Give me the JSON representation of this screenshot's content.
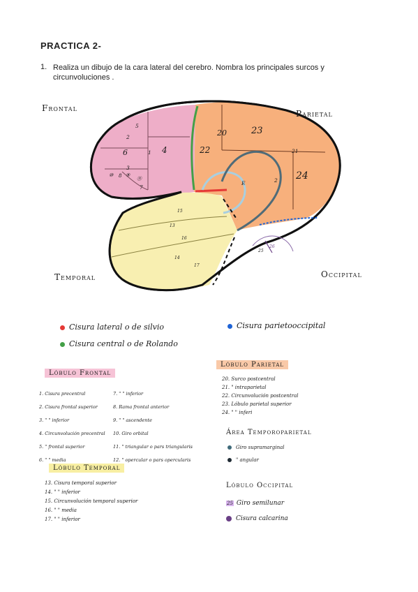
{
  "header": {
    "title": "PRACTICA 2-",
    "q_num": "1.",
    "q_text": "Realiza un dibujo de la cara lateral del cerebro. Nombra los principales surcos y circunvoluciones ."
  },
  "drawing": {
    "labels": {
      "frontal": "Frontal",
      "parietal": "Parietal",
      "temporal": "Temporal",
      "occipital": "Occipital"
    },
    "numbers": {
      "n5": "5",
      "n2": "2",
      "n6": "6",
      "n4": "4",
      "n1": "1",
      "n3": "3",
      "n10": "⑩",
      "n8": "8",
      "n9": "⑨",
      "n11": "⑪",
      "n7": "7",
      "n20": "20",
      "n23": "23",
      "n22": "22",
      "n21": "21",
      "n24": "24",
      "nE": "E",
      "n2b": "2",
      "n15": "15",
      "n13": "13",
      "n16": "16",
      "n14": "14",
      "n17": "17",
      "n25": "25",
      "n26": "26"
    },
    "colors": {
      "frontal": "#eeaec8",
      "parietal": "#f7b07c",
      "temporal": "#f8efb1",
      "lateral": "#e53935",
      "central": "#43a047",
      "parieto_occipital": "#1e63d6",
      "temporal_sup": "#a9cfe0",
      "intraparietal": "#4f6b78",
      "calcarine": "#6a3f86"
    }
  },
  "legend": {
    "lateral": "Cisura lateral o de silvio",
    "central": "Cisura central o de Rolando",
    "parieto": "Cisura parietooccipital"
  },
  "frontal_lobe": {
    "title": "Lóbulo Frontal",
    "col1": [
      "1. Cisura precentral",
      "2. Cisura frontal superior",
      "3.  \"   \"  inferior",
      "4. Circunvolución precentral",
      "5.  \"   frontal superior",
      "6.  \"   \"   media"
    ],
    "col2": [
      "7.   \"    \"   inferior",
      "8. Rama frontal anterior",
      "9.  \"   \"   ascendente",
      "10. Giro orbital",
      "11. \" triangular o pars triangularis",
      "12. \" opercular o pars opercularis"
    ]
  },
  "parietal_lobe": {
    "title": "Lóbulo Parietal",
    "items": [
      "20. Surco postcentral",
      "21.  \"  intraparietal",
      "22. Circunvolución postcentral",
      "23. Lóbulo parietal superior",
      "24.   \"     \"   inferi"
    ]
  },
  "temporoparietal": {
    "title": "Área Temporoparietal",
    "items": [
      "Giro supramarginal",
      "\"   angular"
    ]
  },
  "temporal_lobe": {
    "title": "Lóbulo Temporal",
    "items": [
      "13. Cisura temporal superior",
      "14.  \"   \"   inferior",
      "15. Circunvolución temporal superior",
      "16.  \"   \"   media",
      "17.  \"   \"   inferior"
    ]
  },
  "occipital_lobe": {
    "title": "Lóbulo Occipital",
    "items": [
      "Giro semilunar",
      "Cisura calcarina"
    ],
    "num25": "25"
  }
}
